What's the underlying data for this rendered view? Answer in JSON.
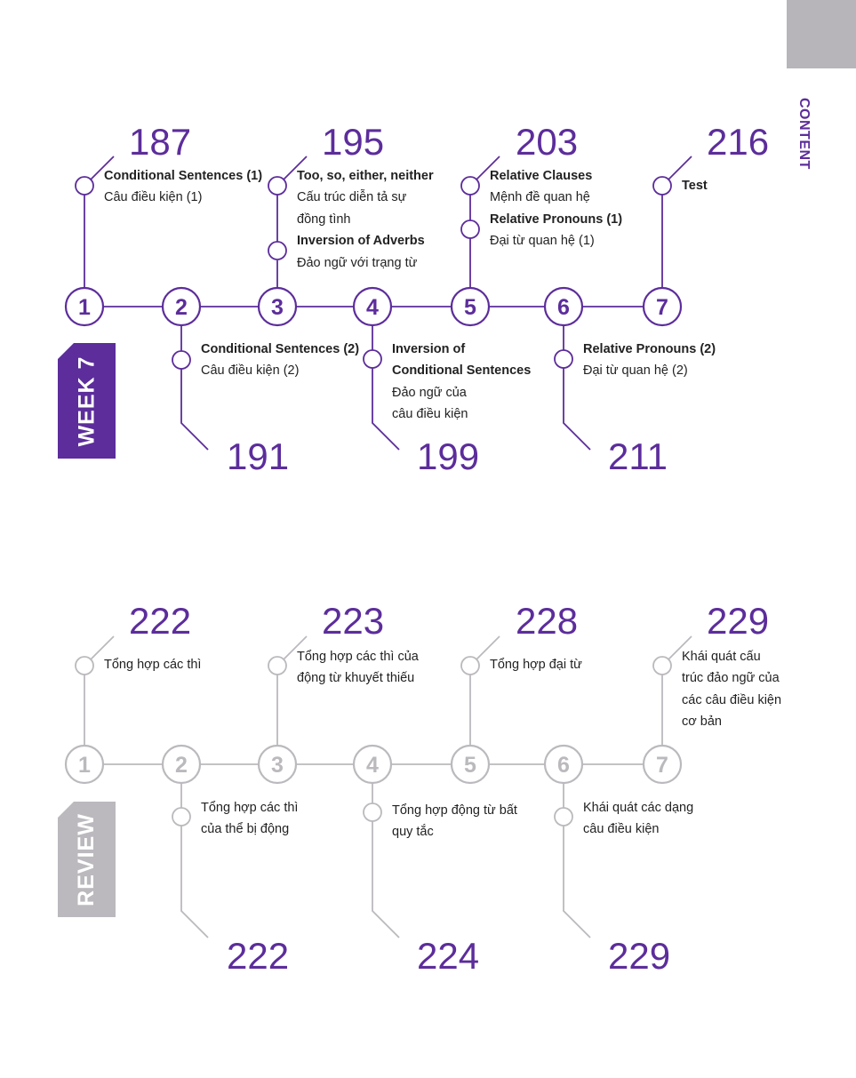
{
  "header": {
    "tab_label": "CONTENT"
  },
  "colors": {
    "purple": "#5c2d9b",
    "gray": "#bbb9bd",
    "text": "#222222"
  },
  "week7": {
    "label": "WEEK 7",
    "nodes": [
      "1",
      "2",
      "3",
      "4",
      "5",
      "6",
      "7"
    ],
    "pages": {
      "n1": "187",
      "n2": "191",
      "n3": "195",
      "n4": "199",
      "n5": "203",
      "n6": "211",
      "n7": "216"
    },
    "items": {
      "n1a": {
        "title": "Conditional Sentences (1)",
        "vi": "Câu điều kiện (1)"
      },
      "n2a": {
        "title": "Conditional Sentences (2)",
        "vi": "Câu điều kiện (2)"
      },
      "n3a": {
        "title": "Too, so, either, neither",
        "vi": "Cấu trúc diễn tả sự\nđồng tình"
      },
      "n3b": {
        "title": "Inversion of Adverbs",
        "vi": "Đảo ngữ với trạng từ"
      },
      "n4a": {
        "title": "Inversion of\nConditional Sentences",
        "vi": "Đảo ngữ của\ncâu điều kiện"
      },
      "n5a": {
        "title": "Relative Clauses",
        "vi": "Mệnh đề quan hệ"
      },
      "n5b": {
        "title": "Relative Pronouns (1)",
        "vi": "Đại từ quan hệ (1)"
      },
      "n6a": {
        "title": "Relative Pronouns (2)",
        "vi": "Đại từ quan hệ (2)"
      },
      "n7a": {
        "title": "Test"
      }
    }
  },
  "review": {
    "label": "REVIEW",
    "nodes": [
      "1",
      "2",
      "3",
      "4",
      "5",
      "6",
      "7"
    ],
    "pages": {
      "n1": "222",
      "n2": "222",
      "n3": "223",
      "n4": "224",
      "n5": "228",
      "n6": "229",
      "n7": "229"
    },
    "items": {
      "n1a": "Tổng hợp các thì",
      "n2a": "Tổng hợp các thì\ncủa thể bị động",
      "n3a": "Tổng hợp các thì của\nđộng từ khuyết thiếu",
      "n4a": "Tổng hợp động từ bất\nquy tắc",
      "n5a": "Tổng hợp đại từ",
      "n6a": "Khái quát các dạng\ncâu điều kiện",
      "n7a": "Khái quát cấu\ntrúc đảo ngữ của\ncác câu điều kiện\ncơ bản"
    }
  }
}
